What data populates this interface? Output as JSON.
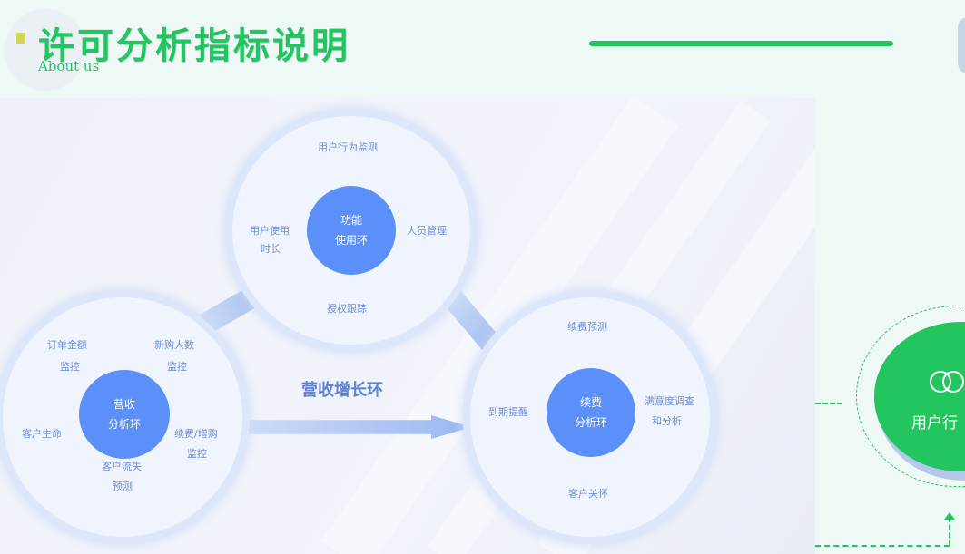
{
  "header": {
    "title": "许可分析指标说明",
    "subtitle": "About us"
  },
  "diagram": {
    "center_label": "营收增长环",
    "top_cycle": {
      "core": [
        "功能",
        "使用环"
      ],
      "labels": [
        "用户行为监测",
        "用户使用",
        "时长",
        "人员管理",
        "授权跟踪"
      ]
    },
    "left_cycle": {
      "core": [
        "营收",
        "分析环"
      ],
      "labels": [
        "订单金额",
        "监控",
        "新购人数",
        "监控",
        "客户生命",
        "续费/增购",
        "监控",
        "客户流失",
        "预测"
      ]
    },
    "right_cycle": {
      "core": [
        "续费",
        "分析环"
      ],
      "labels": [
        "续费预测",
        "到期提醒",
        "满意度调查",
        "和分析",
        "客户关怀"
      ]
    }
  },
  "side": {
    "node_label": "用户行",
    "node_icon": "rings-icon"
  },
  "colors": {
    "accent": "#22c55e",
    "blue": "#5b8ff9"
  }
}
